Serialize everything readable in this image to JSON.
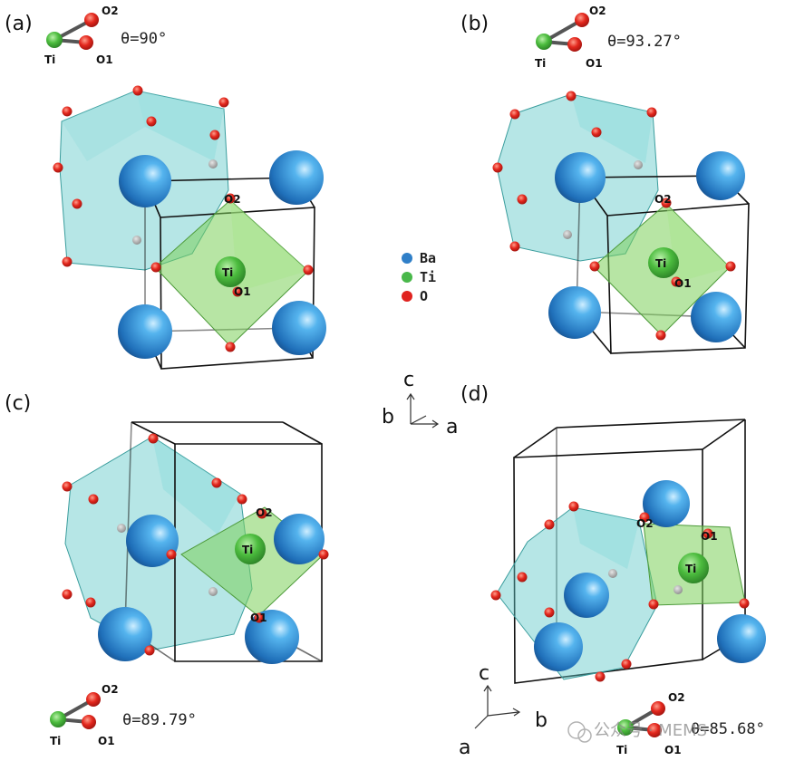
{
  "panels": [
    {
      "label": "(a)",
      "angle": "θ=90°",
      "ti": "Ti",
      "o1": "O1",
      "o2": "O2"
    },
    {
      "label": "(b)",
      "angle": "θ=93.27°",
      "ti": "Ti",
      "o1": "O1",
      "o2": "O2"
    },
    {
      "label": "(c)",
      "angle": "θ=89.79°",
      "ti": "Ti",
      "o1": "O1",
      "o2": "O2"
    },
    {
      "label": "(d)",
      "angle": "θ=85.68°",
      "ti": "Ti",
      "o1": "O1",
      "o2": "O2"
    }
  ],
  "legend": {
    "items": [
      {
        "label": "Ba",
        "color": "#2f7fc8"
      },
      {
        "label": "Ti",
        "color": "#49b84a"
      },
      {
        "label": "O",
        "color": "#e0231f"
      }
    ]
  },
  "axes_center": {
    "c": "c",
    "b": "b",
    "a": "a"
  },
  "axes_d": {
    "c": "c",
    "b": "b",
    "a": "a"
  },
  "watermark": "公众号 · MEMS"
}
